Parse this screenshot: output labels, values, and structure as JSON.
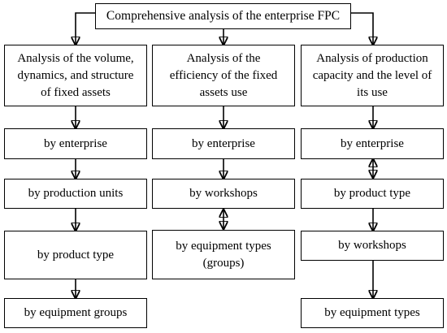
{
  "diagram": {
    "root": "Comprehensive analysis of the enterprise FPC",
    "columns": [
      {
        "header": "Analysis of the volume,\ndynamics, and structure\nof fixed assets",
        "items": [
          "by enterprise",
          "by production units",
          "by product type",
          "by equipment groups"
        ]
      },
      {
        "header": "Analysis of the\nefficiency of the fixed\nassets use",
        "items": [
          "by enterprise",
          "by workshops",
          "by equipment types\n(groups)"
        ]
      },
      {
        "header": "Analysis of production\ncapacity and the level of\nits use",
        "items": [
          "by enterprise",
          "by product type",
          "by workshops",
          "by equipment types"
        ]
      }
    ]
  }
}
